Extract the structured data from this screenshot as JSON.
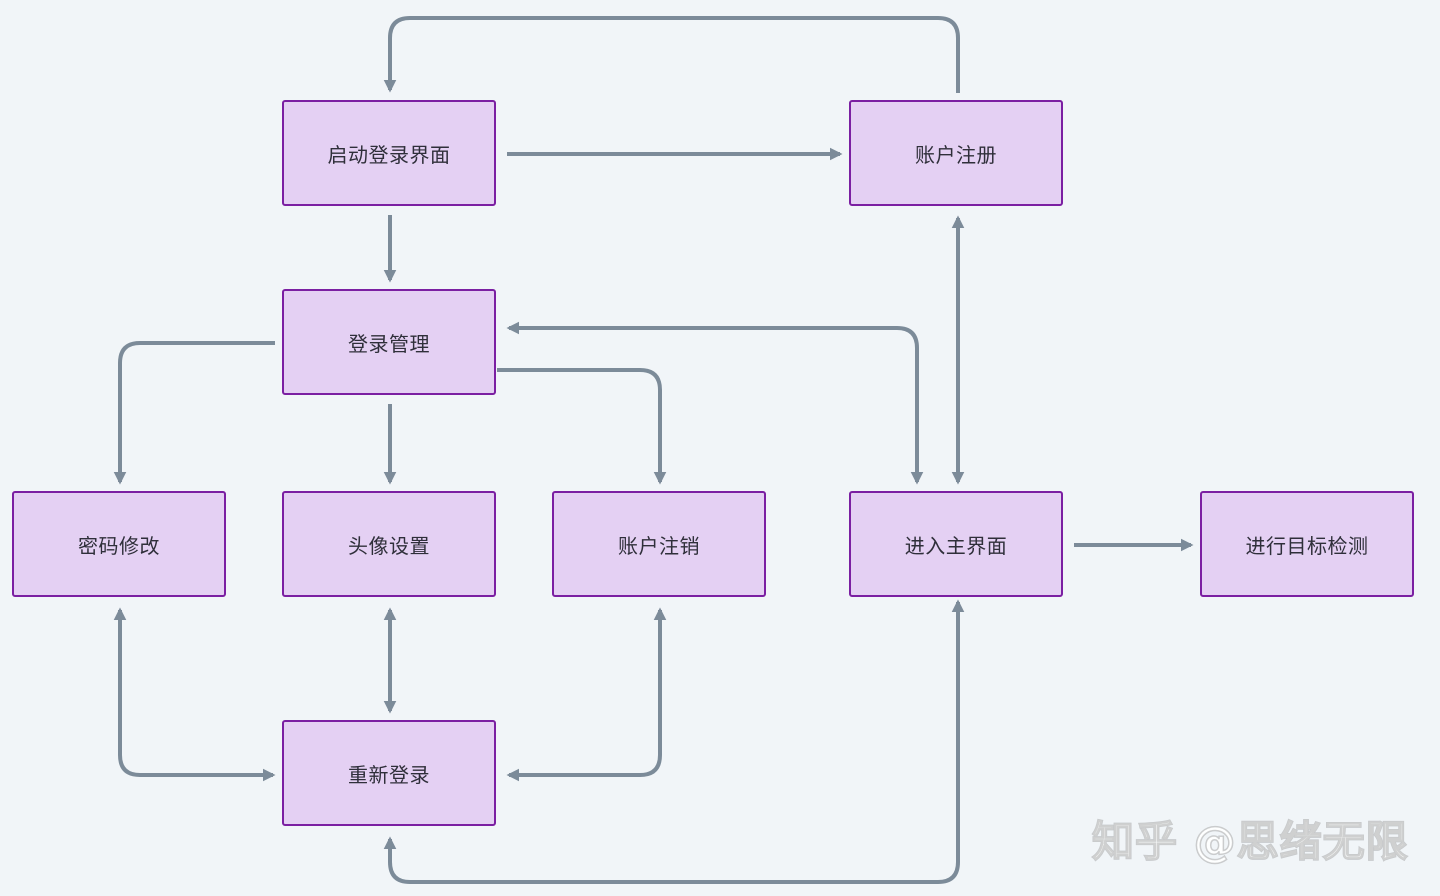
{
  "nodes": {
    "start_login": "启动登录界面",
    "register": "账户注册",
    "login_mgmt": "登录管理",
    "change_password": "密码修改",
    "avatar_setting": "头像设置",
    "cancel_account": "账户注销",
    "enter_main": "进入主界面",
    "detect": "进行目标检测",
    "relogin": "重新登录"
  },
  "watermark": "知乎 @思绪无限",
  "colors": {
    "background": "#f1f5f8",
    "node_fill": "#e4d0f3",
    "node_border": "#7b1fa2",
    "edge": "#7c8b99"
  }
}
